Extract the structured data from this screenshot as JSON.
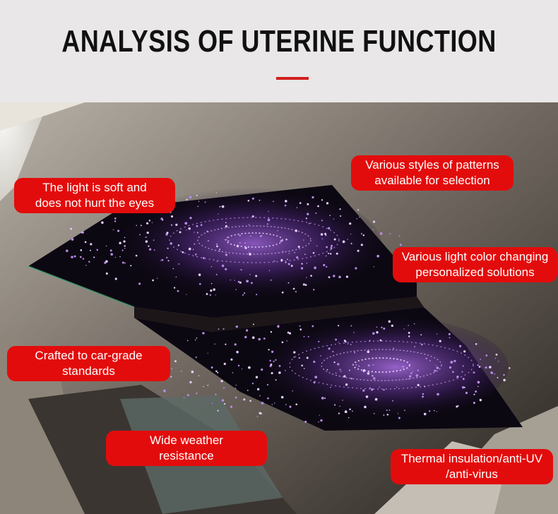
{
  "header": {
    "title": "ANALYSIS OF UTERINE FUNCTION",
    "accent_color": "#d1201e"
  },
  "badge_color": "#e30c0c",
  "features": [
    {
      "line1": "The light is soft and",
      "line2": "does not hurt the eyes"
    },
    {
      "line1": "Various styles of patterns",
      "line2": "available for selection"
    },
    {
      "line1": "Various light color changing",
      "line2": "personalized solutions"
    },
    {
      "line1": "Crafted to car-grade",
      "line2": "standards"
    },
    {
      "line1": "Wide weather",
      "line2": "resistance"
    },
    {
      "line1": "Thermal insulation/anti-UV",
      "line2": "/anti-virus"
    }
  ]
}
